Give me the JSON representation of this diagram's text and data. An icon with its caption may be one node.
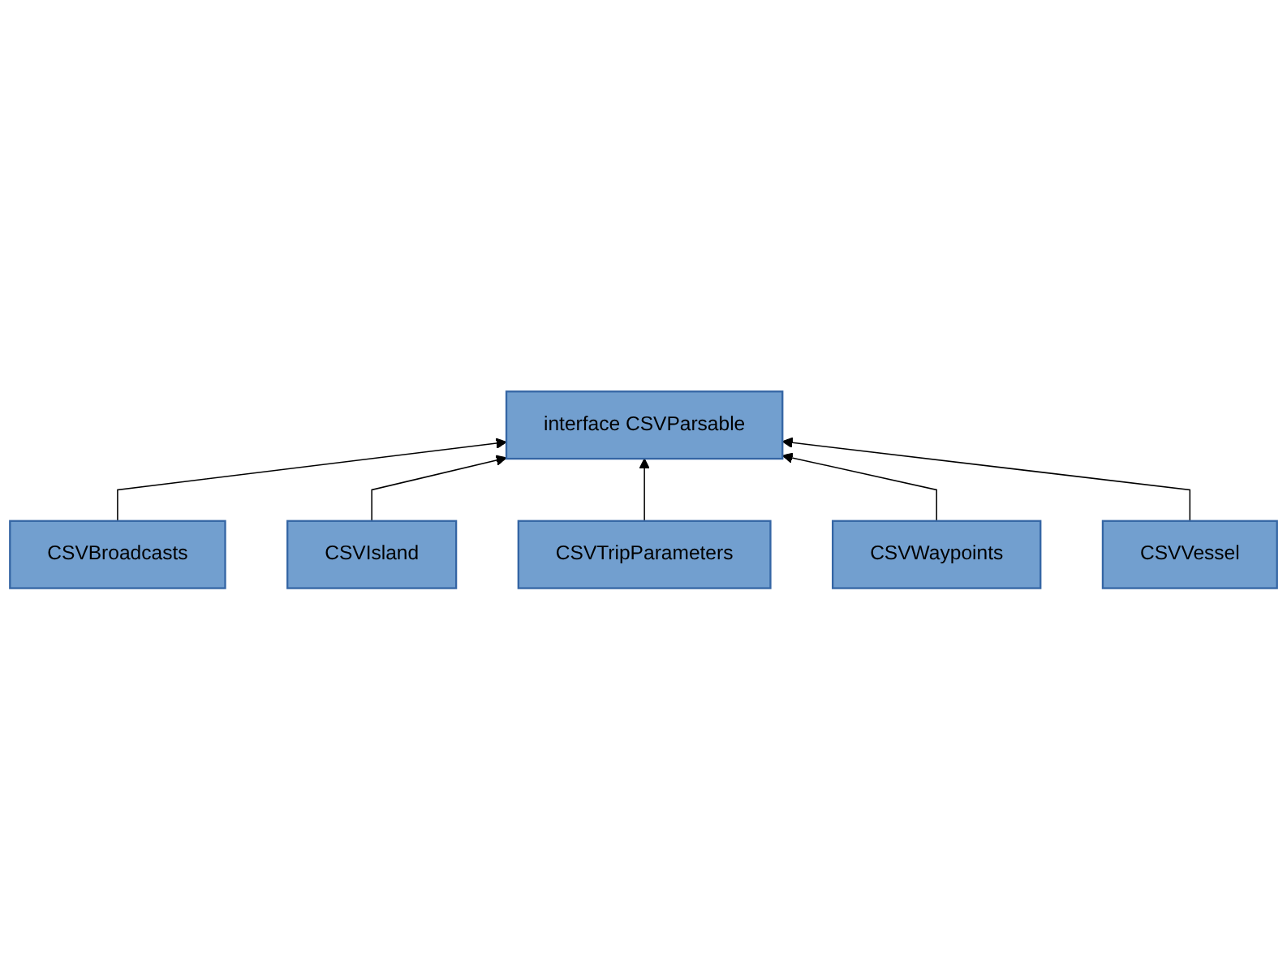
{
  "diagram": {
    "nodes": [
      {
        "text": [
          "interface CSVParsable"
        ]
      },
      {
        "text": [
          "CSVBroadcasts"
        ]
      },
      {
        "text": [
          "CSVIsland"
        ]
      },
      {
        "text": [
          "CSVTripParameters"
        ]
      },
      {
        "text": [
          "CSVWaypoints"
        ]
      },
      {
        "text": [
          "CSVVessel"
        ]
      }
    ],
    "edges": [
      {
        "from": 1,
        "to": 0,
        "arrow": "to"
      },
      {
        "from": 2,
        "to": 0,
        "arrow": "to"
      },
      {
        "from": 3,
        "to": 0,
        "arrow": "to"
      },
      {
        "from": 4,
        "to": 0,
        "arrow": "to"
      },
      {
        "from": 5,
        "to": 0,
        "arrow": "to"
      }
    ]
  }
}
